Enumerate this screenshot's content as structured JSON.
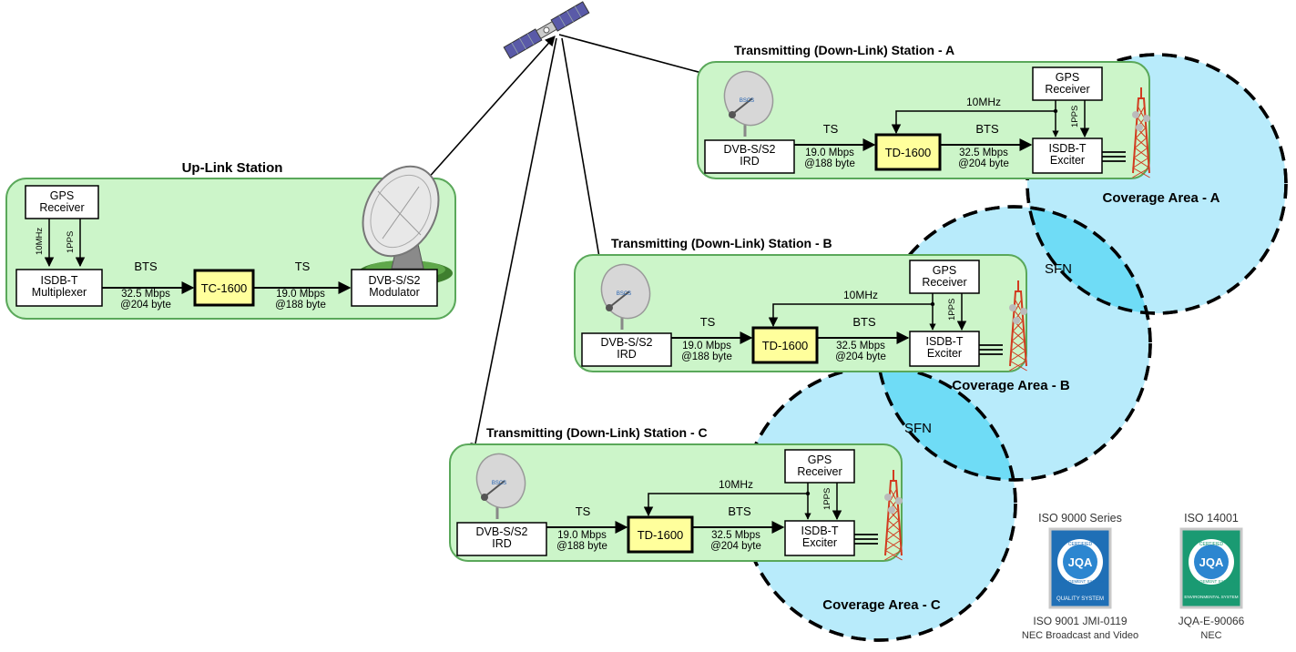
{
  "colors": {
    "panel_fill": "#ccf5c9",
    "panel_stroke": "#5aa85a",
    "coverage_fill": "#b8ebfb",
    "sfn_fill": "#6fdcf6",
    "converter_fill": "#ffff9c",
    "tower": "#d23b20"
  },
  "uplink": {
    "title": "Up-Link Station",
    "gps": "GPS\nReceiver",
    "label_10mhz": "10MHz",
    "label_1pps": "1PPS",
    "multiplexer": "ISDB-T\nMultiplexer",
    "bts": "BTS",
    "rate_in": "32.5 Mbps\n@204 byte",
    "converter": "TC-1600",
    "ts": "TS",
    "rate_out": "19.0 Mbps\n@188 byte",
    "modulator": "DVB-S/S2\nModulator"
  },
  "stations": [
    {
      "title": "Transmitting (Down-Link) Station - A",
      "ird": "DVB-S/S2\nIRD",
      "ts": "TS",
      "ts_rate": "19.0 Mbps\n@188 byte",
      "converter": "TD-1600",
      "bts": "BTS",
      "bts_rate": "32.5 Mbps\n@204 byte",
      "exciter": "ISDB-T\nExciter",
      "gps": "GPS\nReceiver",
      "label_10mhz": "10MHz",
      "label_1pps": "1PPS",
      "coverage": "Coverage Area - A"
    },
    {
      "title": "Transmitting (Down-Link) Station - B",
      "ird": "DVB-S/S2\nIRD",
      "ts": "TS",
      "ts_rate": "19.0 Mbps\n@188 byte",
      "converter": "TD-1600",
      "bts": "BTS",
      "bts_rate": "32.5 Mbps\n@204 byte",
      "exciter": "ISDB-T\nExciter",
      "gps": "GPS\nReceiver",
      "label_10mhz": "10MHz",
      "label_1pps": "1PPS",
      "coverage": "Coverage Area - B"
    },
    {
      "title": "Transmitting (Down-Link) Station - C",
      "ird": "DVB-S/S2\nIRD",
      "ts": "TS",
      "ts_rate": "19.0 Mbps\n@188 byte",
      "converter": "TD-1600",
      "bts": "BTS",
      "bts_rate": "32.5 Mbps\n@204 byte",
      "exciter": "ISDB-T\nExciter",
      "gps": "GPS\nReceiver",
      "label_10mhz": "10MHz",
      "label_1pps": "1PPS",
      "coverage": "Coverage Area - C"
    }
  ],
  "sfn_labels": [
    "SFN",
    "SFN"
  ],
  "dish_label": "BSCS",
  "certifications": [
    {
      "heading": "ISO 9000 Series",
      "seal_top": "CERTIFIED",
      "seal_mid": "MANAGEMENT SYSTEM",
      "seal_abbr": "JQA",
      "seal_bottom": "QUALITY SYSTEM",
      "line1": "ISO 9001  JMI-0119",
      "line2": "NEC Broadcast and Video"
    },
    {
      "heading": "ISO 14001",
      "seal_top": "CERTIFIED",
      "seal_mid": "MANAGEMENT SYSTEM",
      "seal_abbr": "JQA",
      "seal_bottom": "ENVIRONMENTAL SYSTEM",
      "line1": "JQA-E-90066",
      "line2": "NEC"
    }
  ]
}
